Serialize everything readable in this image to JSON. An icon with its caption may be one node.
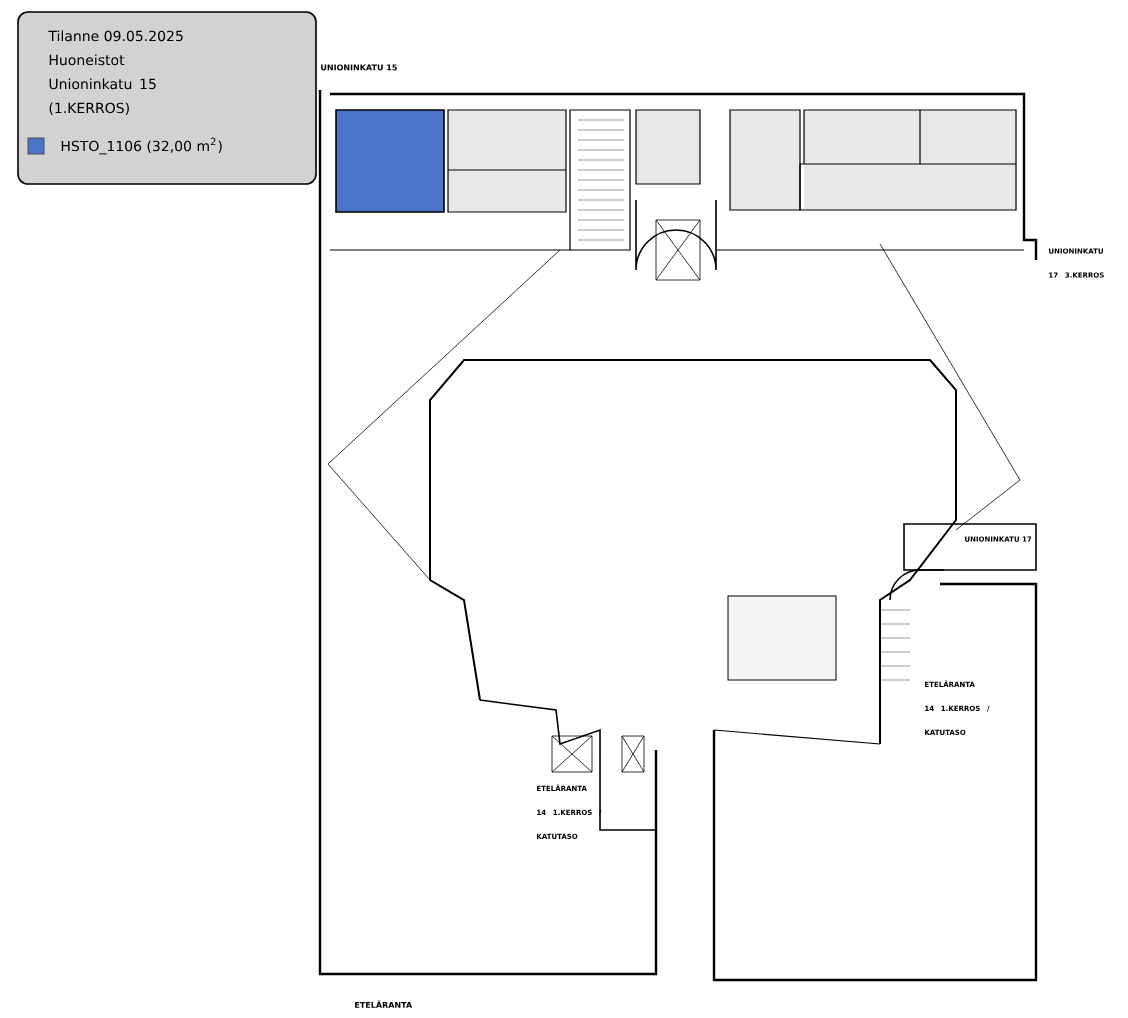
{
  "diagram": {
    "labels": [
      "Tilanne 09.05.2025",
      "Huoneistot Unioninkatu 15 (1.KERROS)",
      "UNIONINKATU 15",
      "UNIONINKATU 17 3.KERROS",
      "UNIONINKATU 17",
      "ETELÄRANTA 14 1.KERROS / KATUTASO",
      "ETELÄRANTA 14 1.KERROS / KATUTASO",
      "ETELÄRANTA"
    ],
    "legend": [
      {
        "text": "HSTO_1106 (32,00 m$^{2}$)",
        "color": "#4a74c9"
      }
    ]
  }
}
